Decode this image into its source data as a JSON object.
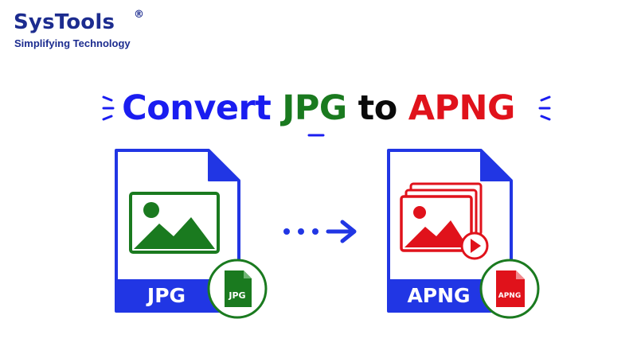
{
  "brand": {
    "name": "SysTools",
    "mark": "®",
    "tagline": "Simplifying Technology"
  },
  "title": {
    "word1": "Convert",
    "word2": "JPG",
    "word3": "to",
    "word4": "APNG"
  },
  "source_card": {
    "label": "JPG",
    "badge_label": "JPG",
    "icon": "image-icon"
  },
  "target_card": {
    "label": "APNG",
    "badge_label": "APNG",
    "icon": "animated-image-icon"
  },
  "colors": {
    "brand": "#1c2c8f",
    "accent_blue": "#1a1df0",
    "jpg_green": "#1a7a1f",
    "apng_red": "#e0121b",
    "card_blue": "#2136e4"
  }
}
